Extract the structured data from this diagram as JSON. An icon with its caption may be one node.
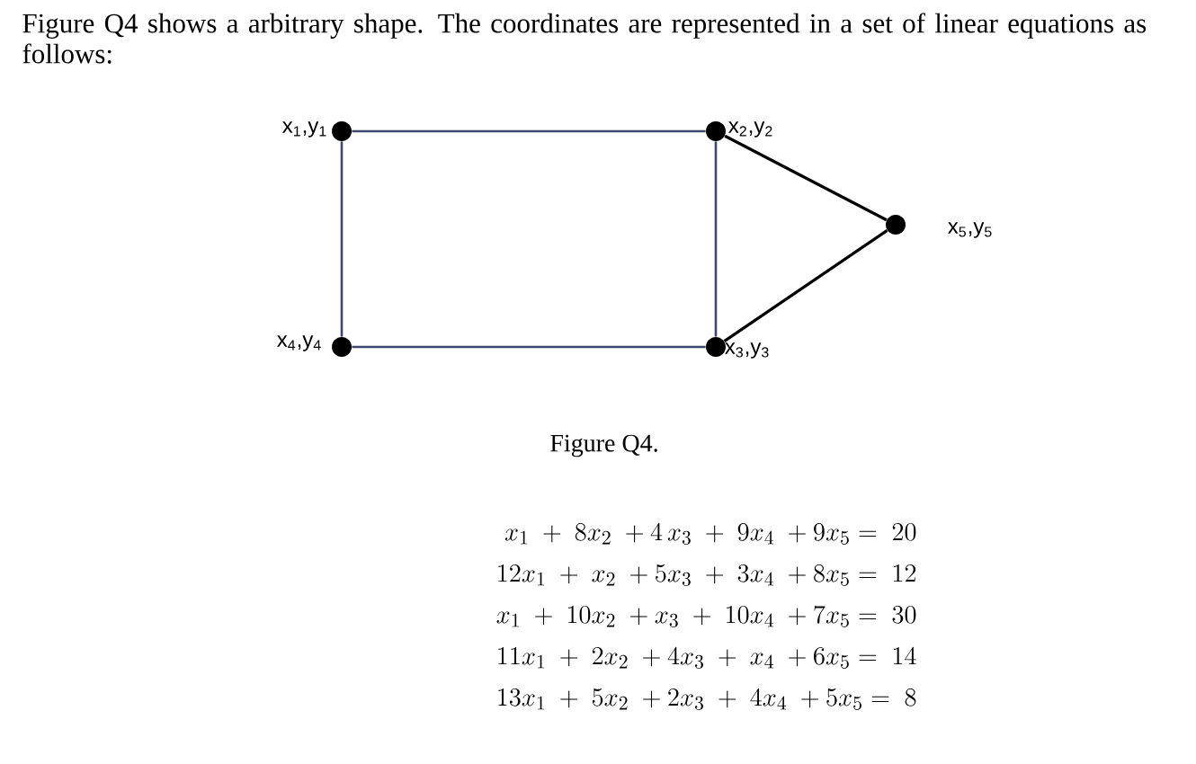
{
  "diagram": {
    "caption": "Figure Q4.",
    "nodes": [
      {
        "text": [],
        "shape": "circle",
        "beside": [
          "x$_{1}$,y$_{1}$"
        ]
      },
      {
        "text": [],
        "shape": "circle",
        "beside": [
          "x$_{2}$,y$_{2}$"
        ]
      },
      {
        "text": [],
        "shape": "circle",
        "beside": [
          "x$_{5}$,y$_{5}$"
        ]
      },
      {
        "text": [],
        "shape": "circle",
        "beside": [
          "x$_{4}$,y$_{4}$"
        ]
      },
      {
        "text": [],
        "shape": "circle",
        "beside": [
          "x$_{3}$,y$_{3}$"
        ]
      }
    ],
    "edges": [
      {
        "from": 0,
        "to": 1,
        "arrow": "none"
      },
      {
        "from": 1,
        "to": 4,
        "arrow": "none"
      },
      {
        "from": 4,
        "to": 3,
        "arrow": "none"
      },
      {
        "from": 3,
        "to": 0,
        "arrow": "none"
      },
      {
        "from": 1,
        "to": 2,
        "arrow": "none",
        "color": "#000000"
      },
      {
        "from": 4,
        "to": 2,
        "arrow": "none",
        "color": "#000000"
      }
    ],
    "labels": [
      "Figure Q4 shows a arbitrary shape. The coordinates are represented in a set of linear equations as follows:",
      "x_1\\ +\\ 8x_2\\ + 4\\,x_3\\ +\\ 9x_4\\ + 9x_5 =\\ 20",
      "12x_1\\ +\\ x_2\\ + 5x_3\\ +\\ 3x_4\\ + 8x_5 =\\ 12",
      "x_1\\ +\\ 10x_2\\ + x_3\\ +\\ 10x_4\\ + 7x_5 =\\ 30",
      "11x_1\\ +\\ 2x_2\\ + 4x_3\\ +\\ x_4\\ + 6x_5 =\\ 14",
      "13x_1\\ +\\ 5x_2\\ + 2x_3\\ +\\ 4x_4\\ + 5x_5 =\\ 8"
    ]
  }
}
